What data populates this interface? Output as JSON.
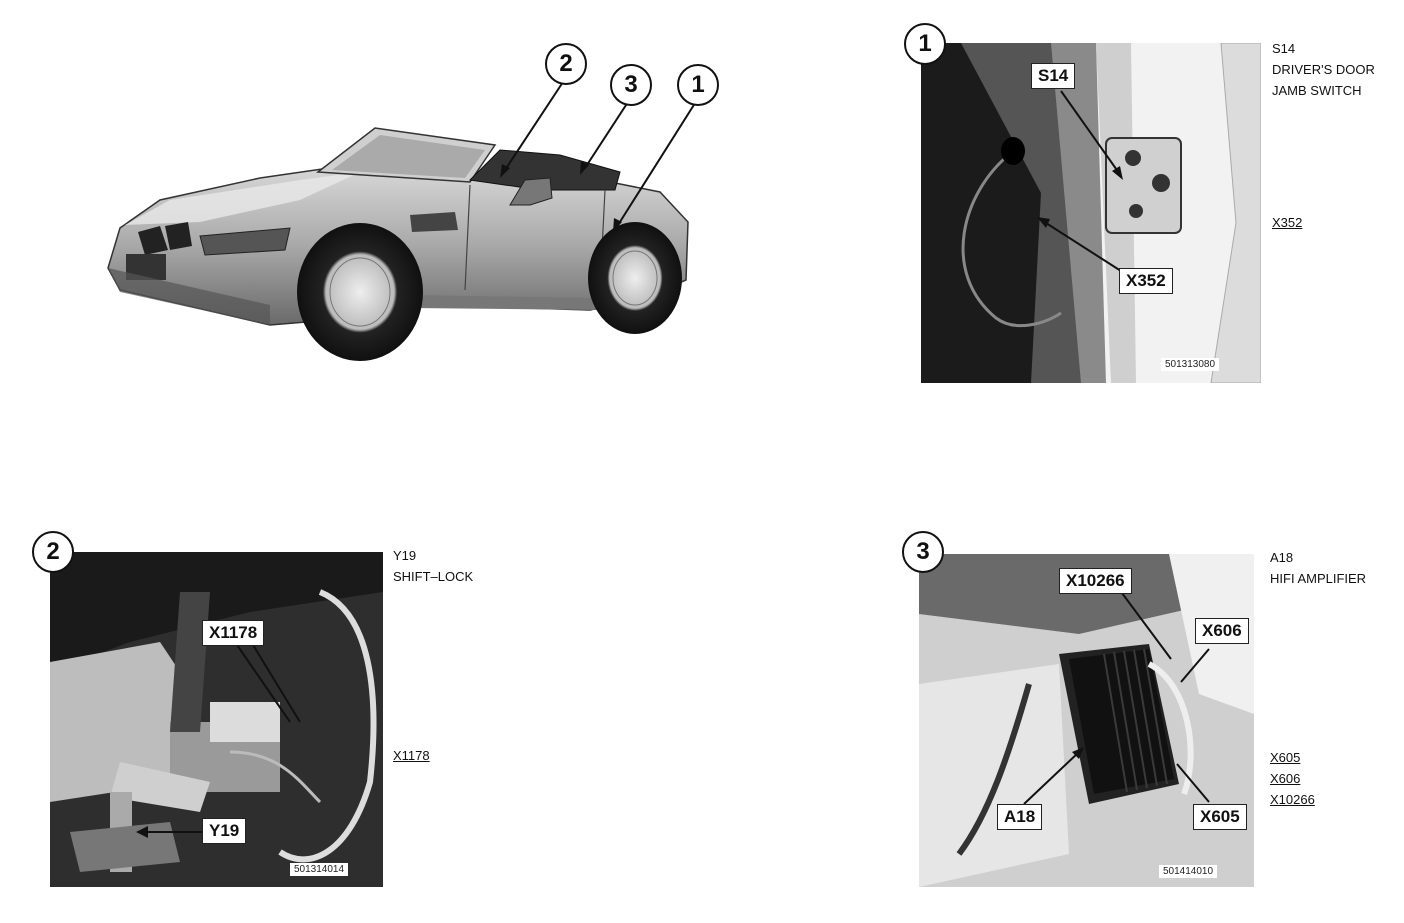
{
  "overview": {
    "markers": [
      "2",
      "3",
      "1"
    ]
  },
  "panels": [
    {
      "number": "1",
      "figure_id": "501313080",
      "callouts": [
        "S14",
        "X352"
      ],
      "side_title": [
        "S14",
        "DRIVER'S DOOR",
        "JAMB SWITCH"
      ],
      "side_refs": [
        "X352"
      ]
    },
    {
      "number": "2",
      "figure_id": "501314014",
      "callouts": [
        "X1178",
        "Y19"
      ],
      "side_title": [
        "Y19",
        "SHIFT–LOCK"
      ],
      "side_refs": [
        "X1178"
      ]
    },
    {
      "number": "3",
      "figure_id": "501414010",
      "callouts": [
        "X10266",
        "X606",
        "A18",
        "X605"
      ],
      "side_title": [
        "A18",
        "HIFI AMPLIFIER"
      ],
      "side_refs": [
        "X605",
        "X606",
        "X10266"
      ]
    }
  ]
}
